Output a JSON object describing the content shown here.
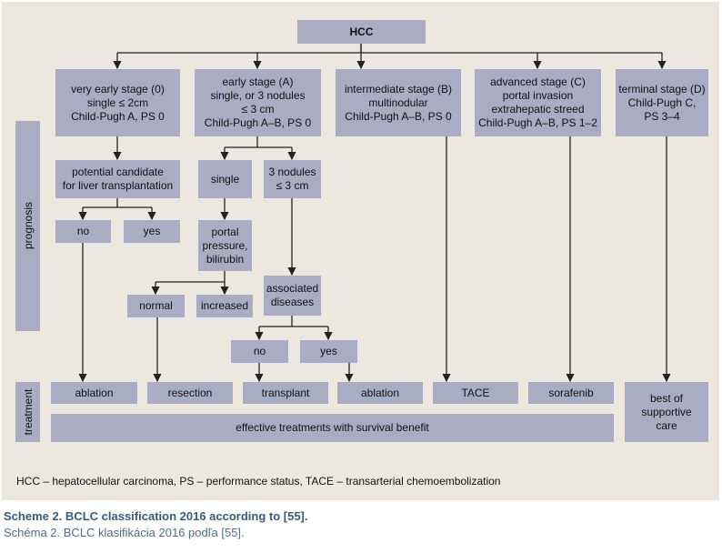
{
  "root": "HCC",
  "stages": {
    "very_early": "very early stage (0)\nsingle ≤ 2cm\nChild-Pugh A, PS 0",
    "early": "early stage (A)\nsingle, or 3 nodules\n≤ 3 cm\nChild-Pugh A–B, PS 0",
    "intermediate": "intermediate stage (B)\nmultinodular\nChild-Pugh A–B, PS 0",
    "advanced": "advanced stage (C)\nportal invasion\nextrahepatic streed\nChild-Pugh A–B, PS 1–2",
    "terminal": "terminal stage (D)\nChild-Pugh C,\nPS 3–4"
  },
  "nodes": {
    "candidate": "potential candidate\nfor liver transplantation",
    "no1": "no",
    "yes1": "yes",
    "single": "single",
    "three_nodules": "3 nodules\n≤ 3 cm",
    "portal": "portal\npressure,\nbilirubin",
    "normal": "normal",
    "increased": "increased",
    "associated": "associated\ndiseases",
    "no2": "no",
    "yes2": "yes"
  },
  "side_labels": {
    "prognosis": "prognosis",
    "treatment": "treatment"
  },
  "treatments": {
    "ablation1": "ablation",
    "resection": "resection",
    "transplant": "transplant",
    "ablation2": "ablation",
    "tace": "TACE",
    "sorafenib": "sorafenib",
    "best": "best of\nsupportive\ncare",
    "effective": "effective treatments with survival benefit"
  },
  "legend": "HCC – hepatocellular carcinoma, PS – performance status, TACE – transarterial chemoembolization",
  "caption_en": "Scheme 2. BCLC classification 2016 according to [55].",
  "caption_sk": "Schéma 2. BCLC klasifikácia 2016 podľa [55]."
}
